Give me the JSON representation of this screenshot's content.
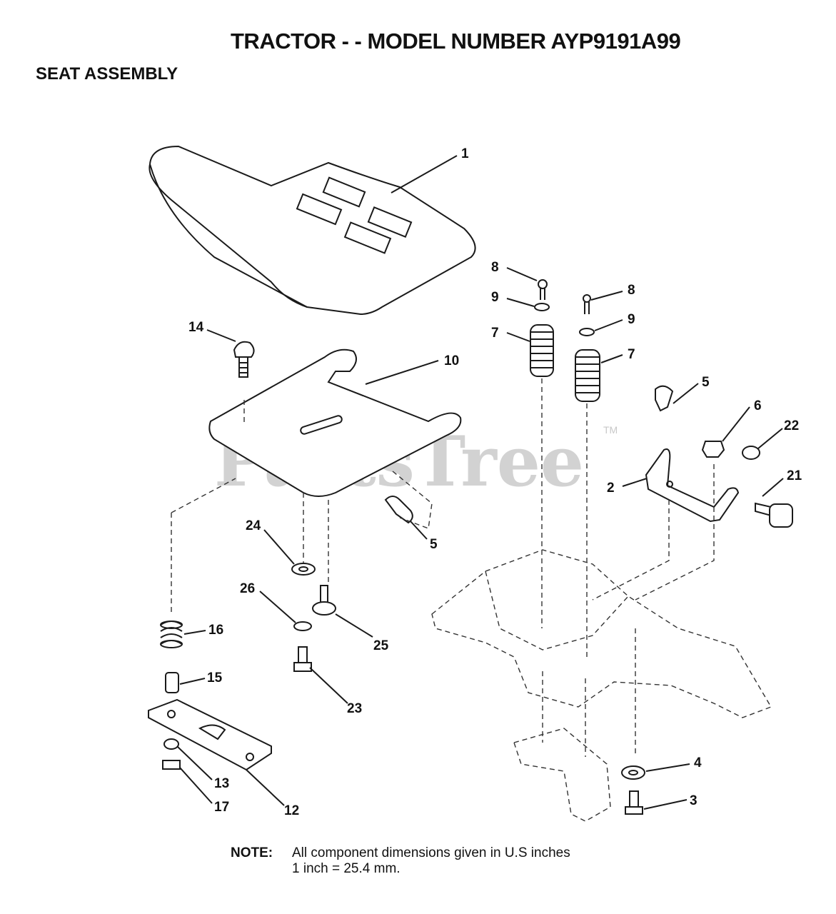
{
  "header": {
    "title": "TRACTOR - - MODEL NUMBER AYP9191A99",
    "section": "SEAT ASSEMBLY"
  },
  "watermark": {
    "text": "PartsTree",
    "tm": "TM"
  },
  "callouts": {
    "c1": "1",
    "c14": "14",
    "c10": "10",
    "c24": "24",
    "c5a": "5",
    "c26": "26",
    "c25": "25",
    "c16": "16",
    "c15": "15",
    "c23": "23",
    "c13": "13",
    "c17": "17",
    "c12": "12",
    "c8a": "8",
    "c9a": "9",
    "c7a": "7",
    "c8b": "8",
    "c9b": "9",
    "c7b": "7",
    "c5b": "5",
    "c6": "6",
    "c22": "22",
    "c2": "2",
    "c21": "21",
    "c4": "4",
    "c3": "3"
  },
  "note": {
    "label": "NOTE:",
    "line1": "All component dimensions given in U.S  inches",
    "line2": "1 inch = 25.4 mm."
  }
}
